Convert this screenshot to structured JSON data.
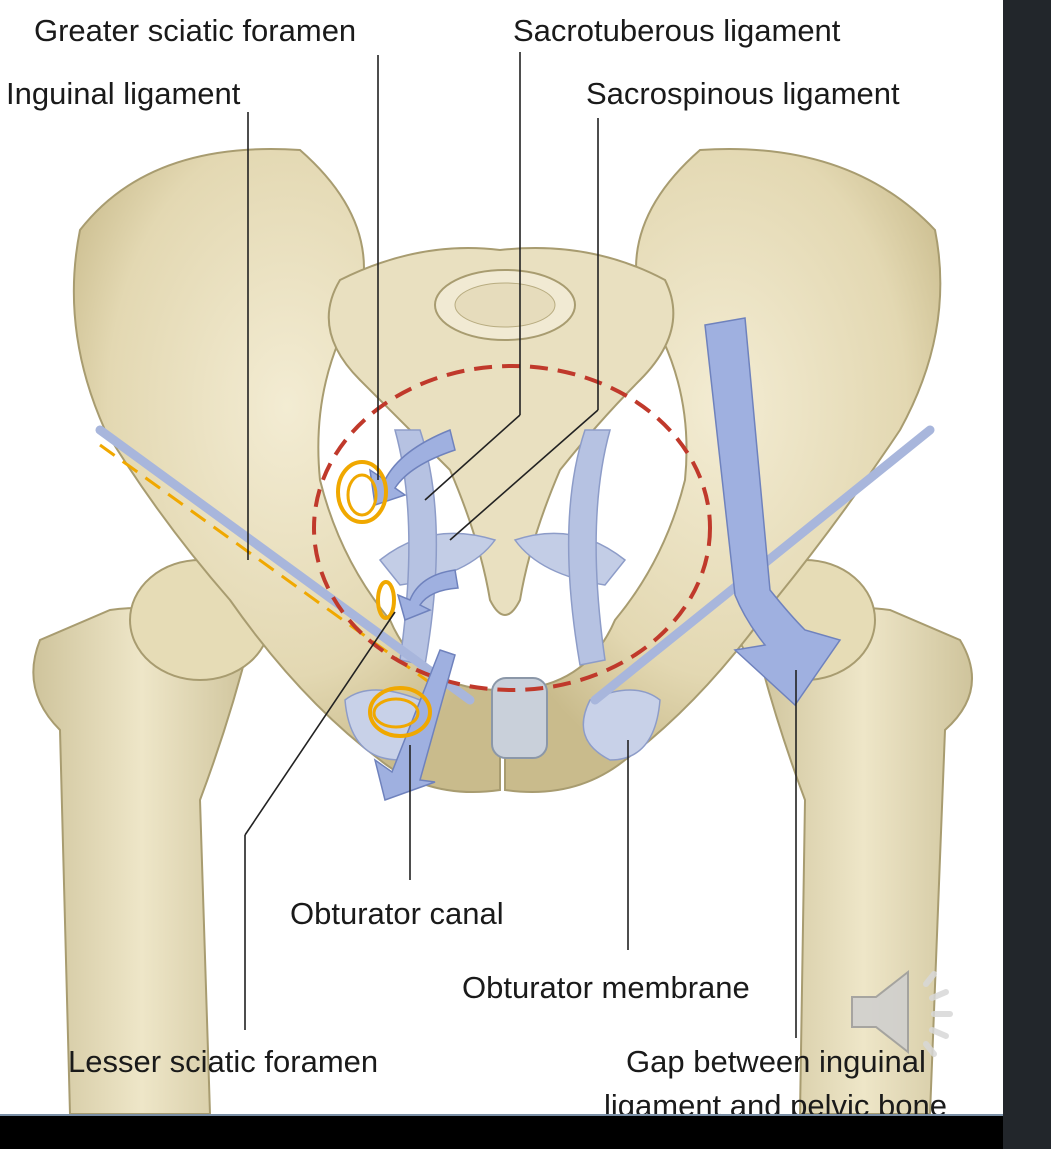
{
  "labels": {
    "greater_sciatic_foramen": "Greater sciatic foramen",
    "sacrotuberous_ligament": "Sacrotuberous ligament",
    "inguinal_ligament": "Inguinal ligament",
    "sacrospinous_ligament": "Sacrospinous ligament",
    "obturator_canal": "Obturator canal",
    "obturator_membrane": "Obturator membrane",
    "lesser_sciatic_foramen": "Lesser sciatic foramen",
    "gap_line1": "Gap between inguinal",
    "gap_line2": "ligament and pelvic bone"
  },
  "colors": {
    "bone": "#e8dfbf",
    "bone_shadow": "#c9bd93",
    "ligament": "#aab9dc",
    "arrow": "#9fb0e0",
    "dashed_circle": "#c0392b",
    "highlight": "#f0a800"
  },
  "icons": {
    "audio": "speaker-icon"
  }
}
